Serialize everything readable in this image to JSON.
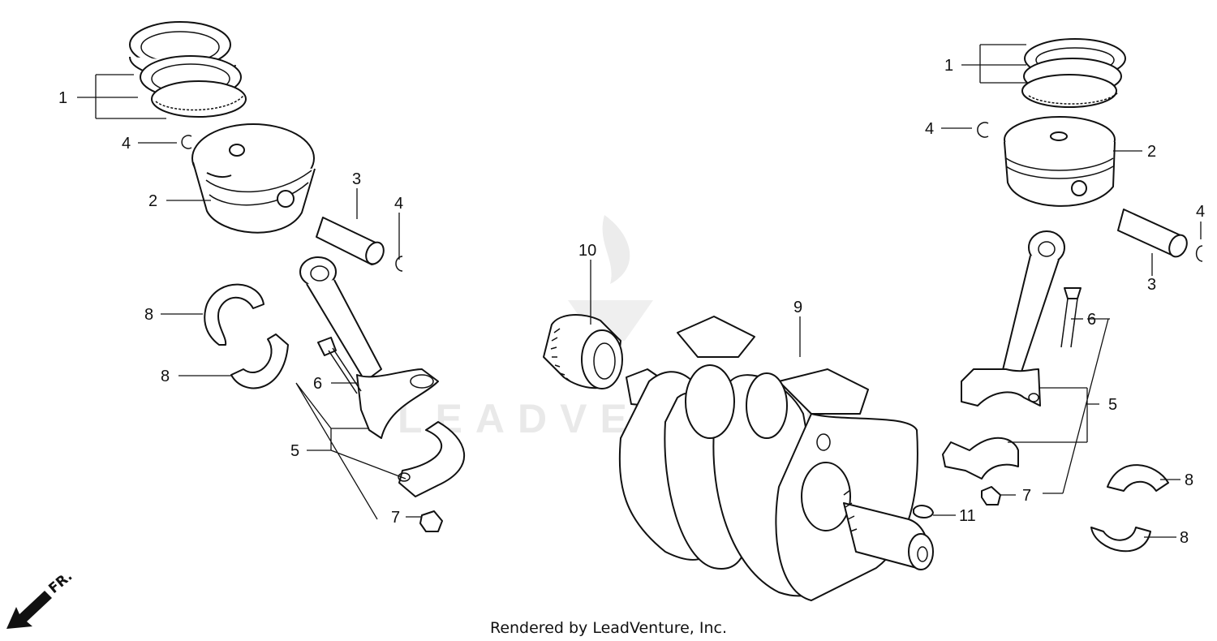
{
  "callouts": {
    "left_1": "1",
    "left_4a": "4",
    "left_2": "2",
    "left_3": "3",
    "left_4b": "4",
    "left_8a": "8",
    "left_8b": "8",
    "left_6": "6",
    "left_5": "5",
    "left_7": "7",
    "center_10": "10",
    "center_9": "9",
    "center_11": "11",
    "right_1": "1",
    "right_4a": "4",
    "right_2": "2",
    "right_4b": "4",
    "right_3": "3",
    "right_6": "6",
    "right_5": "5",
    "right_7": "7",
    "right_8a": "8",
    "right_8b": "8"
  },
  "watermark": "LEADVENTURE",
  "front_marker": "FR.",
  "footer": "Rendered by LeadVenture, Inc.",
  "colors": {
    "ink": "#111111",
    "watermark": "#e9e9e9",
    "background": "#ffffff"
  }
}
